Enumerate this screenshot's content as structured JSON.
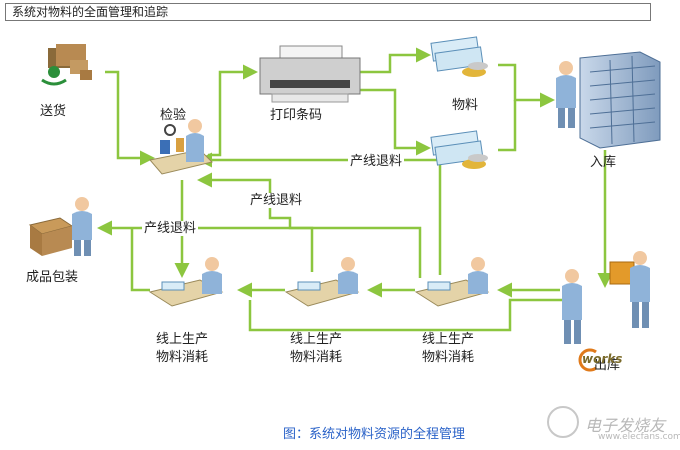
{
  "header": {
    "title": "系统对物料的全面管理和追踪"
  },
  "nodes": {
    "delivery": "送货",
    "inspection": "检验",
    "print_barcode": "打印条码",
    "materials": "物料",
    "warehouse_in": "入库",
    "warehouse_out": "出库",
    "finished_packaging": "成品包装",
    "line_consumption_1": {
      "line1": "线上生产",
      "line2": "物料消耗"
    },
    "line_consumption_2": {
      "line1": "线上生产",
      "line2": "物料消耗"
    },
    "line_consumption_3": {
      "line1": "线上生产",
      "line2": "物料消耗"
    }
  },
  "edges": {
    "return_to_line_top": "产线退料",
    "return_to_line_mid": "产线退料",
    "return_to_line_left": "产线退料"
  },
  "brand": {
    "text": "works"
  },
  "caption": "图：系统对物料资源的全程管理",
  "watermark": {
    "main": "电子发烧友",
    "sub": "www.elecfans.com"
  },
  "colors": {
    "flow_line": "#8cc63f",
    "caption": "#2a62c8",
    "figure": "#8fb3d9"
  }
}
